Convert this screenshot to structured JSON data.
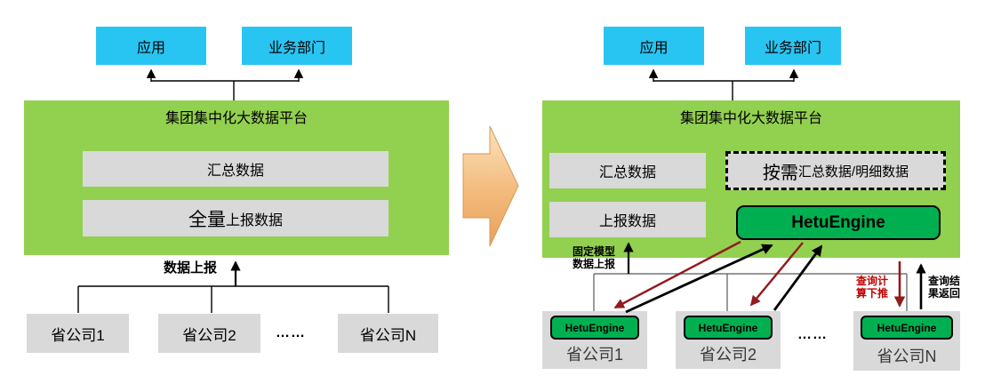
{
  "colors": {
    "platform_green": "#92D050",
    "box_cyan": "#29C5F2",
    "box_gray": "#D9D9D9",
    "hetu_green": "#00B050",
    "arrow_red": "#921B1E",
    "label_red": "#C00000",
    "transform_arrow_orange": "#F0B375"
  },
  "left": {
    "app": "应用",
    "business": "业务部门",
    "platform_title": "集团集中化大数据平台",
    "summary": "汇总数据",
    "full_bold": "全量",
    "full_rest": "上报数据",
    "report_label": "数据上报",
    "provinces": [
      "省公司1",
      "省公司2",
      "省公司N"
    ],
    "dots": "……"
  },
  "right": {
    "app": "应用",
    "business": "业务部门",
    "platform_title": "集团集中化大数据平台",
    "summary": "汇总数据",
    "ondemand_bold": "按需",
    "ondemand_rest": "汇总数据/明细数据",
    "report": "上报数据",
    "hetu": "HetuEngine",
    "fixed_model": {
      "line1": "固定模型",
      "line2": "数据上报"
    },
    "query_pushdown": {
      "line1": "查询计",
      "line2": "算下推"
    },
    "query_return": {
      "line1": "查询结",
      "line2": "果返回"
    },
    "provinces": [
      {
        "chip": "HetuEngine",
        "label": "省公司1"
      },
      {
        "chip": "HetuEngine",
        "label": "省公司2"
      },
      {
        "chip": "HetuEngine",
        "label": "省公司N"
      }
    ],
    "dots": "……"
  }
}
